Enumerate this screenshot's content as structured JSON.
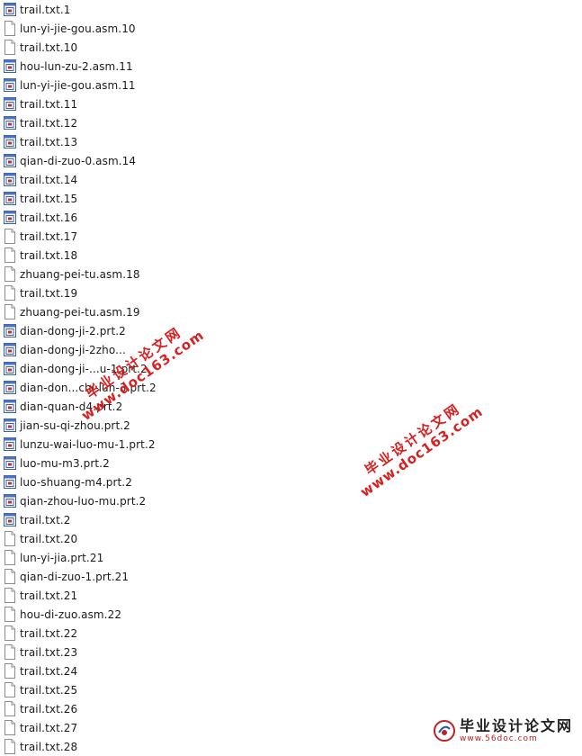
{
  "files": [
    {
      "name": "trail.txt.1",
      "icon": "colored-file-icon"
    },
    {
      "name": "lun-yi-jie-gou.asm.10",
      "icon": "plain-file-icon"
    },
    {
      "name": "trail.txt.10",
      "icon": "plain-file-icon"
    },
    {
      "name": "hou-lun-zu-2.asm.11",
      "icon": "colored-file-icon"
    },
    {
      "name": "lun-yi-jie-gou.asm.11",
      "icon": "colored-file-icon"
    },
    {
      "name": "trail.txt.11",
      "icon": "colored-file-icon"
    },
    {
      "name": "trail.txt.12",
      "icon": "colored-file-icon"
    },
    {
      "name": "trail.txt.13",
      "icon": "colored-file-icon"
    },
    {
      "name": "qian-di-zuo-0.asm.14",
      "icon": "colored-file-icon"
    },
    {
      "name": "trail.txt.14",
      "icon": "colored-file-icon"
    },
    {
      "name": "trail.txt.15",
      "icon": "colored-file-icon"
    },
    {
      "name": "trail.txt.16",
      "icon": "colored-file-icon"
    },
    {
      "name": "trail.txt.17",
      "icon": "plain-file-icon"
    },
    {
      "name": "trail.txt.18",
      "icon": "plain-file-icon"
    },
    {
      "name": "zhuang-pei-tu.asm.18",
      "icon": "plain-file-icon"
    },
    {
      "name": "trail.txt.19",
      "icon": "plain-file-icon"
    },
    {
      "name": "zhuang-pei-tu.asm.19",
      "icon": "plain-file-icon"
    },
    {
      "name": "dian-dong-ji-2.prt.2",
      "icon": "colored-file-icon"
    },
    {
      "name": "dian-dong-ji-2zho...",
      "icon": "colored-file-icon"
    },
    {
      "name": "dian-dong-ji-...u-1.prt.2",
      "icon": "colored-file-icon"
    },
    {
      "name": "dian-don...chi-lun-3.prt.2",
      "icon": "colored-file-icon"
    },
    {
      "name": "dian-quan-d4.prt.2",
      "icon": "colored-file-icon"
    },
    {
      "name": "jian-su-qi-zhou.prt.2",
      "icon": "colored-file-icon"
    },
    {
      "name": "lunzu-wai-luo-mu-1.prt.2",
      "icon": "colored-file-icon"
    },
    {
      "name": "luo-mu-m3.prt.2",
      "icon": "colored-file-icon"
    },
    {
      "name": "luo-shuang-m4.prt.2",
      "icon": "colored-file-icon"
    },
    {
      "name": "qian-zhou-luo-mu.prt.2",
      "icon": "colored-file-icon"
    },
    {
      "name": "trail.txt.2",
      "icon": "colored-file-icon"
    },
    {
      "name": "trail.txt.20",
      "icon": "plain-file-icon"
    },
    {
      "name": "lun-yi-jia.prt.21",
      "icon": "plain-file-icon"
    },
    {
      "name": "qian-di-zuo-1.prt.21",
      "icon": "plain-file-icon"
    },
    {
      "name": "trail.txt.21",
      "icon": "plain-file-icon"
    },
    {
      "name": "hou-di-zuo.asm.22",
      "icon": "plain-file-icon"
    },
    {
      "name": "trail.txt.22",
      "icon": "plain-file-icon"
    },
    {
      "name": "trail.txt.23",
      "icon": "plain-file-icon"
    },
    {
      "name": "trail.txt.24",
      "icon": "plain-file-icon"
    },
    {
      "name": "trail.txt.25",
      "icon": "plain-file-icon"
    },
    {
      "name": "trail.txt.26",
      "icon": "plain-file-icon"
    },
    {
      "name": "trail.txt.27",
      "icon": "plain-file-icon"
    },
    {
      "name": "trail.txt.28",
      "icon": "plain-file-icon"
    }
  ],
  "watermarks": [
    {
      "line1": "毕业设计论文网",
      "line2": "www.doc163.com"
    },
    {
      "line1": "毕业设计论文网",
      "line2": "www.doc163.com"
    }
  ],
  "logo": {
    "title": "毕业设计论文网",
    "url": "www.56doc.com"
  }
}
